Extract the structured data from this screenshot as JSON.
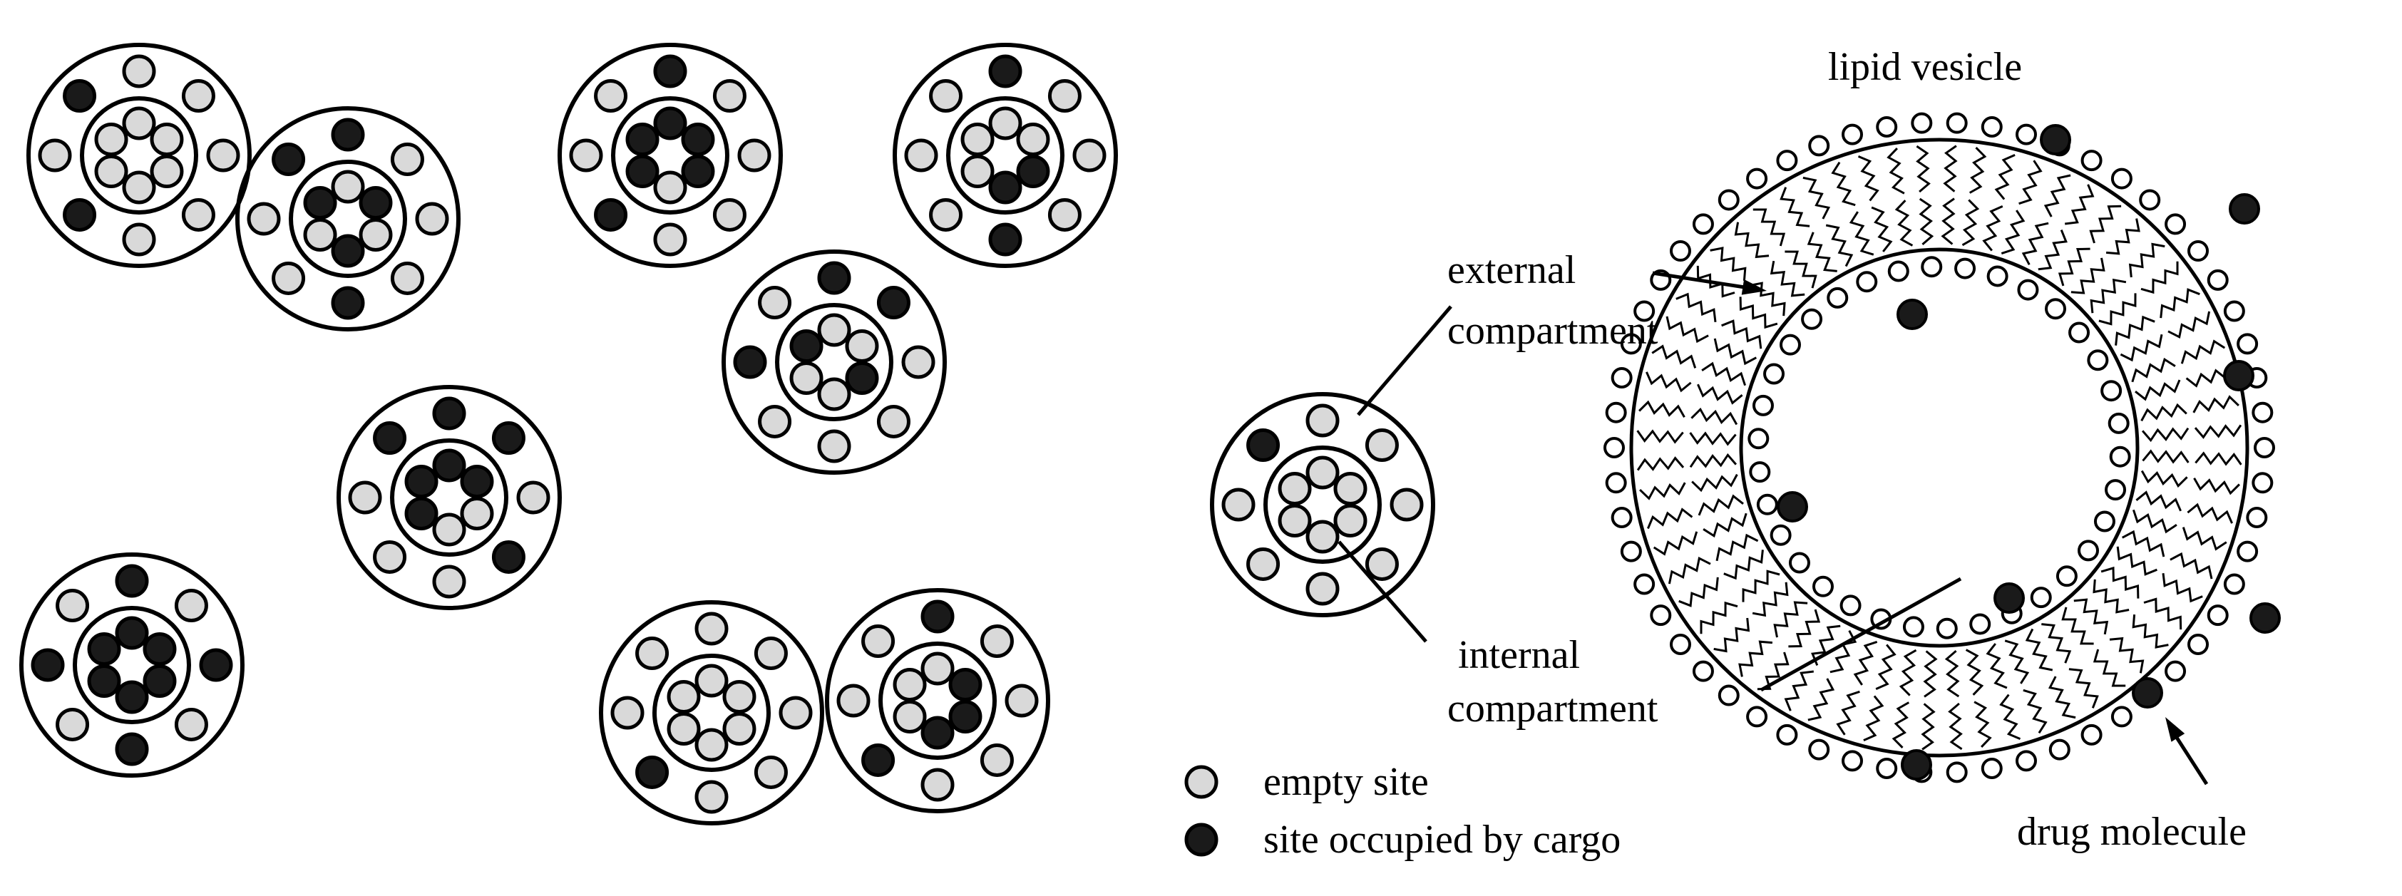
{
  "diagram": {
    "labels": {
      "lipid_vesicle": "lipid vesicle",
      "external_line1": "external",
      "external_line2": "compartment",
      "internal_line1": "internal",
      "internal_line2": "compartment",
      "drug_molecule": "drug molecule"
    },
    "legend": {
      "empty": "empty site",
      "occupied": "site occupied by cargo"
    },
    "colors": {
      "empty_fill": "#d9d9d9",
      "occupied_fill": "#1a1a1a",
      "stroke": "#000000"
    },
    "carriers": [
      {
        "inner": [
          0,
          0,
          0,
          0,
          0,
          0
        ],
        "outer": [
          0,
          0,
          0,
          0,
          0,
          1,
          0,
          1
        ]
      },
      {
        "inner": [
          0,
          1,
          0,
          1,
          0,
          1
        ],
        "outer": [
          1,
          0,
          0,
          0,
          1,
          0,
          0,
          1
        ]
      },
      {
        "inner": [
          1,
          1,
          0,
          0,
          1,
          1
        ],
        "outer": [
          1,
          1,
          0,
          1,
          0,
          0,
          0,
          1
        ]
      },
      {
        "inner": [
          1,
          1,
          1,
          1,
          1,
          1
        ],
        "outer": [
          1,
          0,
          1,
          0,
          1,
          0,
          1,
          0
        ]
      },
      {
        "inner": [
          1,
          1,
          1,
          0,
          1,
          1
        ],
        "outer": [
          1,
          0,
          0,
          0,
          0,
          1,
          0,
          0
        ]
      },
      {
        "inner": [
          0,
          0,
          1,
          1,
          0,
          0
        ],
        "outer": [
          1,
          0,
          0,
          0,
          1,
          0,
          0,
          0
        ]
      },
      {
        "inner": [
          0,
          0,
          1,
          0,
          0,
          1
        ],
        "outer": [
          1,
          1,
          0,
          0,
          0,
          0,
          1,
          0
        ]
      },
      {
        "inner": [
          0,
          0,
          0,
          0,
          0,
          0
        ],
        "outer": [
          0,
          0,
          0,
          0,
          0,
          1,
          0,
          0
        ]
      },
      {
        "inner": [
          0,
          1,
          1,
          1,
          0,
          0
        ],
        "outer": [
          1,
          0,
          0,
          0,
          0,
          1,
          0,
          0
        ]
      },
      {
        "inner": [
          0,
          0,
          0,
          0,
          0,
          0
        ],
        "outer": [
          0,
          0,
          0,
          0,
          0,
          0,
          0,
          1
        ]
      }
    ],
    "vesicle_drug_count": 9
  }
}
